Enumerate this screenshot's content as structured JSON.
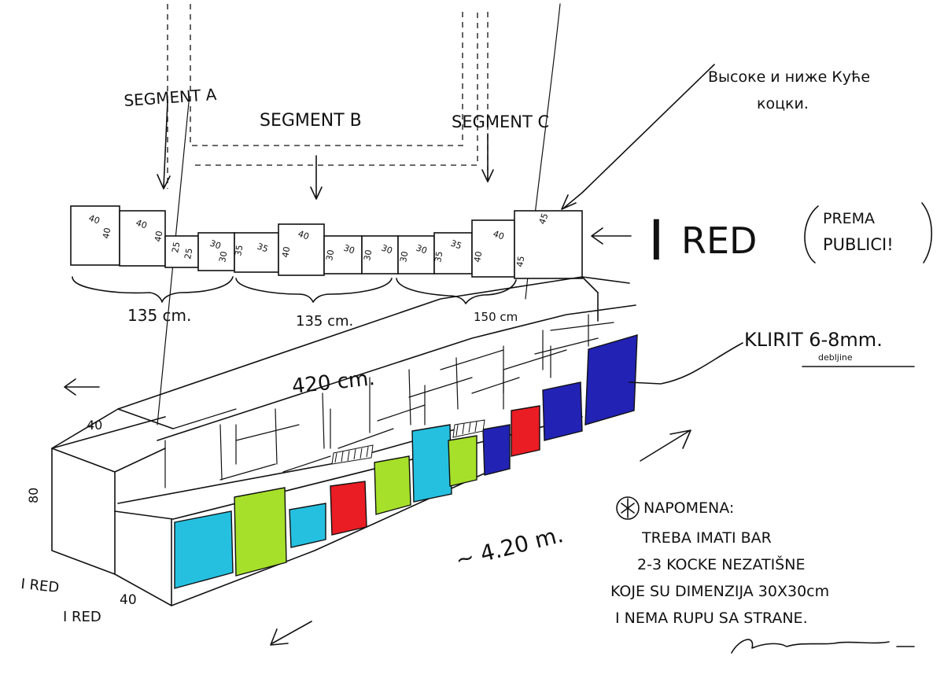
{
  "segments": {
    "a": "SEGMENT A",
    "b": "SEGMENT B",
    "c": "SEGMENT C"
  },
  "front_view": {
    "sizes": [
      "40",
      "40",
      "40",
      "40",
      "25",
      "25",
      "30",
      "30",
      "35",
      "35",
      "40",
      "40",
      "30",
      "30",
      "30",
      "30",
      "30",
      "30",
      "35",
      "35",
      "40",
      "40",
      "45",
      "45"
    ],
    "widths": [
      "135 cm.",
      "135 cm.",
      "150 cm"
    ]
  },
  "row_label": {
    "roman": "I",
    "text": "RED",
    "note_line1": "PREMA",
    "note_line2": "PUBLICI!"
  },
  "top_note": {
    "line1": "Высоке и ниже Куће",
    "line2": "коцки."
  },
  "lid_note": {
    "line1": "KLIRIT 6-8mm.",
    "line2": "debljine"
  },
  "length_top": "420 cm.",
  "length_side": "~ 4.20 m.",
  "dims": {
    "depth": "40",
    "height": "80",
    "base": "40"
  },
  "row_marks": [
    "I RED",
    "I RED"
  ],
  "napomena": {
    "title": "NAPOMENA:",
    "lines": [
      "TREBA IMATI BAR",
      "2-3 KOCKE NEZATIŠNE",
      "KOJE SU DIMENZIJA 30X30cm",
      "I NEMA RUPU SA STRANE."
    ]
  },
  "colors": {
    "cyan": "#25c0e0",
    "lime": "#a6e02a",
    "red": "#ea1c24",
    "blue": "#2222b4"
  }
}
